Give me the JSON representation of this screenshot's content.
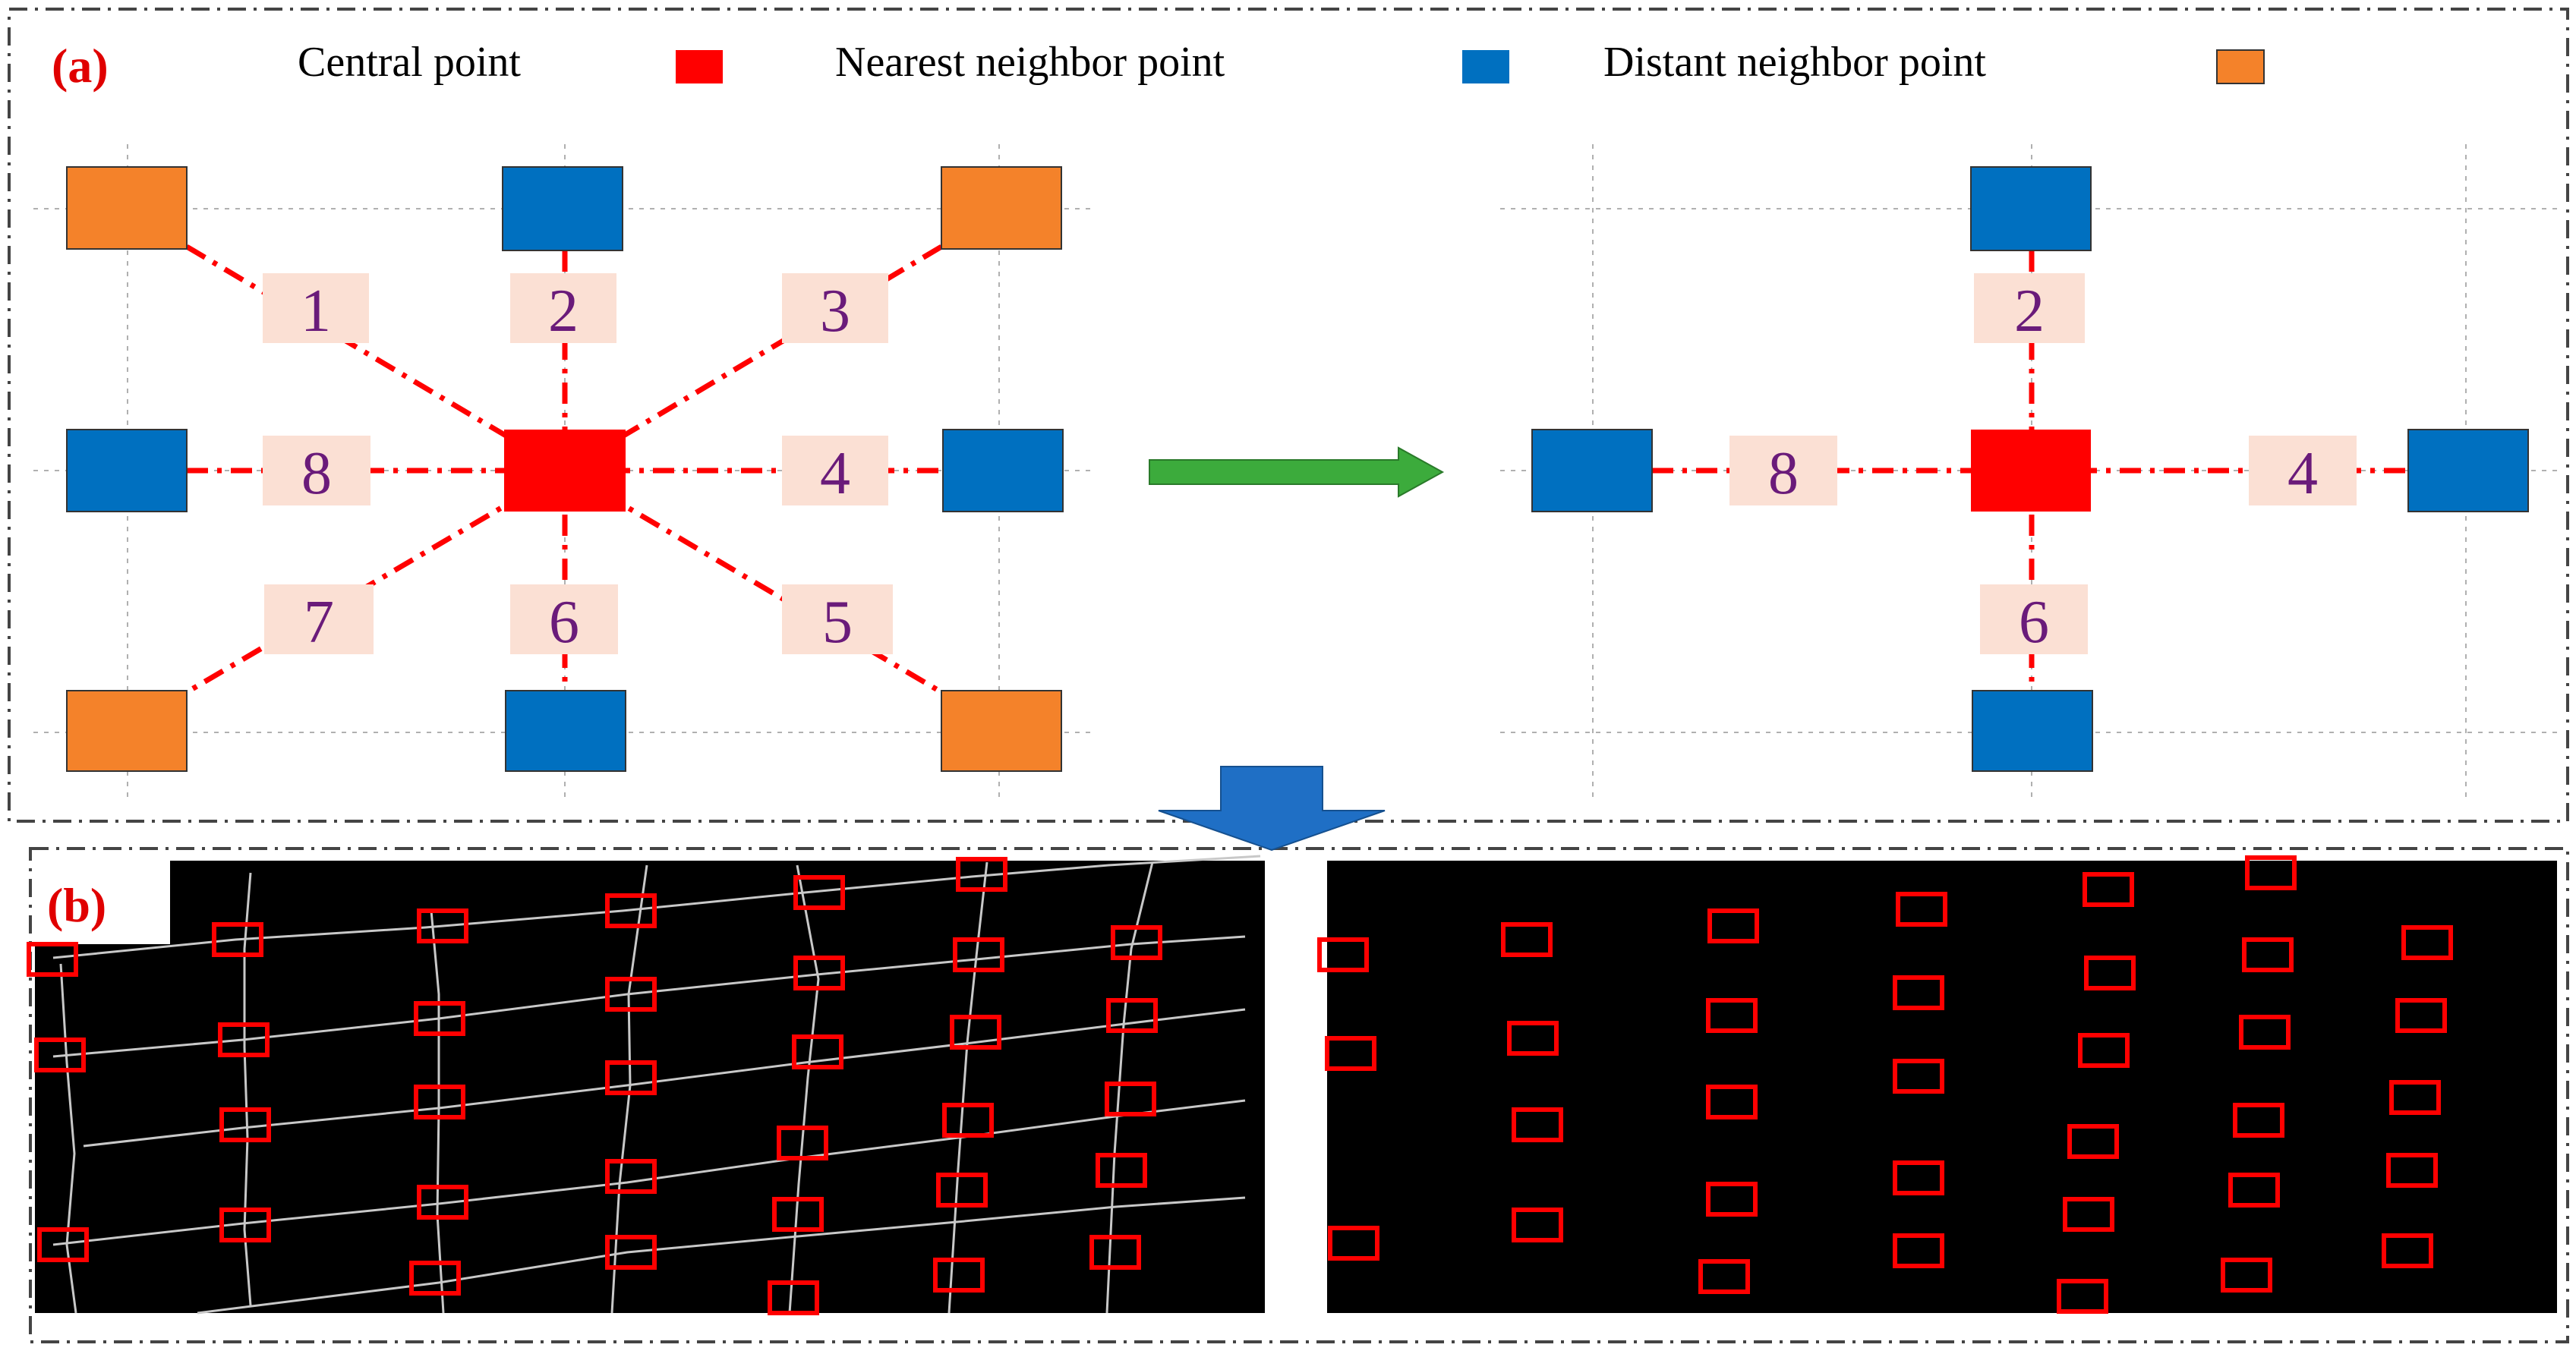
{
  "legend": {
    "central_label": "Central point",
    "nearest_label": "Nearest neighbor point",
    "distant_label": "Distant neighbor point"
  },
  "panels": {
    "a_label": "(a)",
    "b_label": "(b)"
  },
  "numbers": [
    "1",
    "2",
    "3",
    "4",
    "5",
    "6",
    "7",
    "8"
  ],
  "right_numbers": [
    "2",
    "8",
    "4",
    "6"
  ],
  "colors": {
    "central": "#ff0000",
    "nearest": "#0070c0",
    "distant": "#f4822a",
    "label_bg": "#fbe0d4",
    "number": "#6a1b7a",
    "arrow_green": "#3cab3c",
    "arrow_blue": "#1f6fc5"
  }
}
